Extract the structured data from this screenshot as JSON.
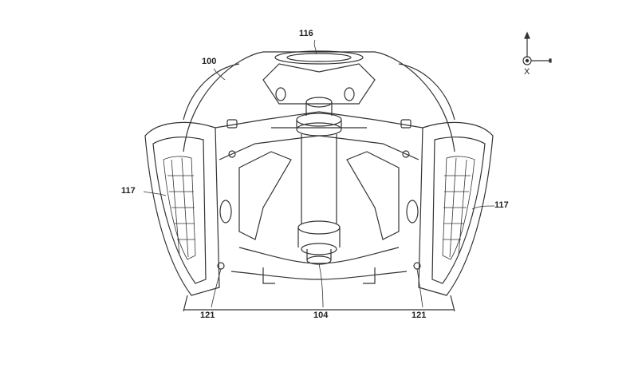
{
  "figure": {
    "labels": {
      "top_component": "116",
      "body": "100",
      "vent_left": "117",
      "vent_right": "117",
      "fastener_left": "121",
      "shaft": "104",
      "fastener_right": "121"
    },
    "axis": {
      "out_of_page_label": "X"
    }
  }
}
